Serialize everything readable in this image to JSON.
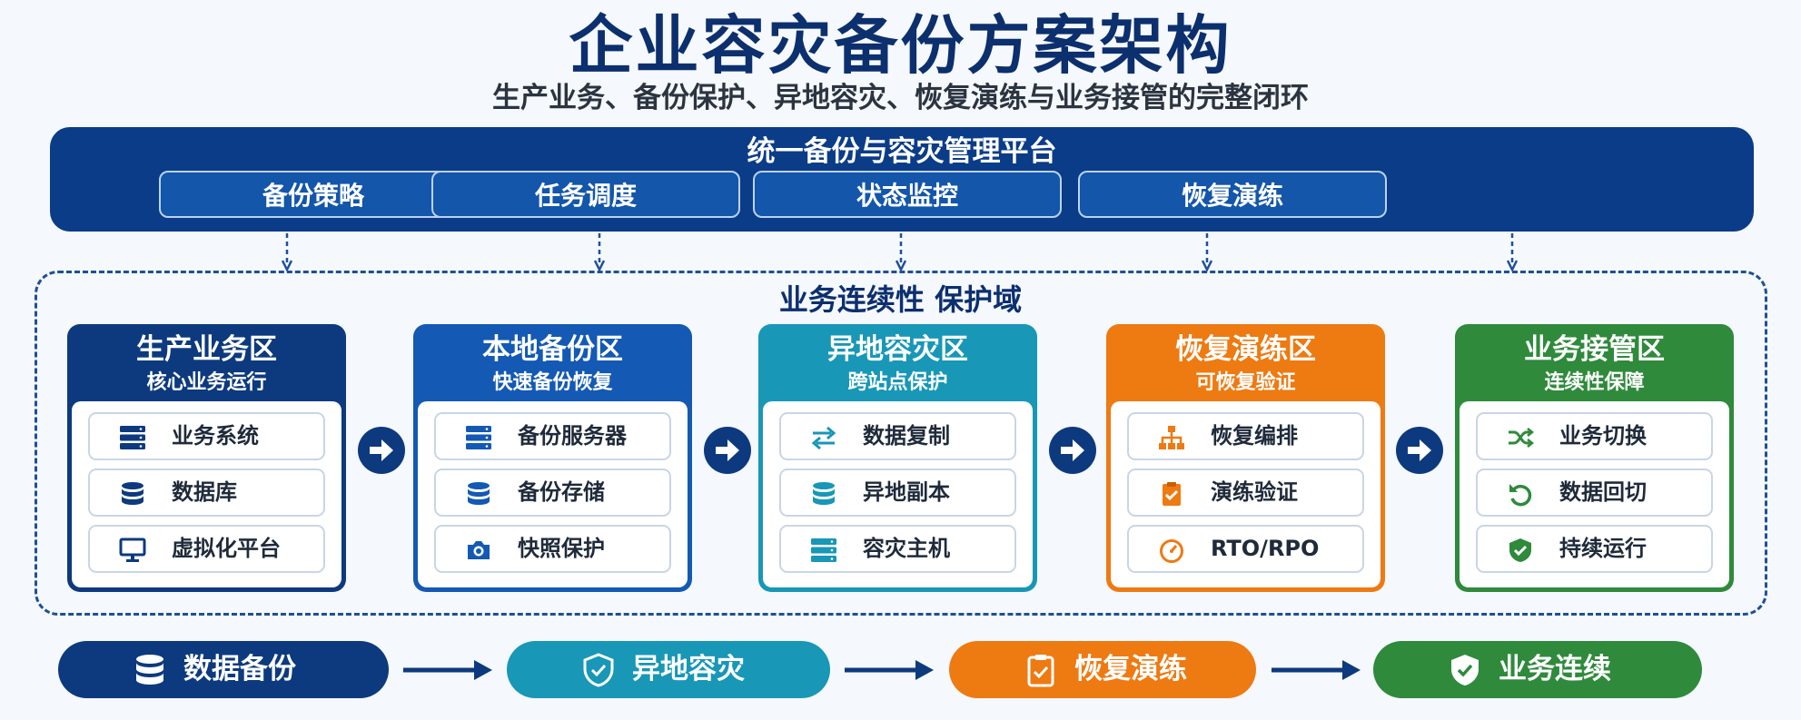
{
  "title": "企业容灾备份方案架构",
  "subtitle": "生产业务、备份保护、异地容灾、恢复演练与业务接管的完整闭环",
  "platform": {
    "title": "统一备份与容灾管理平台",
    "items": [
      "备份策略",
      "任务调度",
      "状态监控",
      "恢复演练"
    ]
  },
  "domain": {
    "title": "业务连续性 保护域"
  },
  "zones": [
    {
      "title": "生产业务区",
      "subtitle": "核心业务运行",
      "color": "#0d3a7e",
      "items": [
        {
          "label": "业务系统",
          "icon": "server-icon"
        },
        {
          "label": "数据库",
          "icon": "database-icon"
        },
        {
          "label": "虚拟化平台",
          "icon": "monitor-icon"
        }
      ]
    },
    {
      "title": "本地备份区",
      "subtitle": "快速备份恢复",
      "color": "#1459b3",
      "items": [
        {
          "label": "备份服务器",
          "icon": "server-icon"
        },
        {
          "label": "备份存储",
          "icon": "database-icon"
        },
        {
          "label": "快照保护",
          "icon": "camera-icon"
        }
      ]
    },
    {
      "title": "异地容灾区",
      "subtitle": "跨站点保护",
      "color": "#1897b7",
      "items": [
        {
          "label": "数据复制",
          "icon": "sync-arrows-icon"
        },
        {
          "label": "异地副本",
          "icon": "database-icon"
        },
        {
          "label": "容灾主机",
          "icon": "server-icon"
        }
      ]
    },
    {
      "title": "恢复演练区",
      "subtitle": "可恢复验证",
      "color": "#ee7a12",
      "items": [
        {
          "label": "恢复编排",
          "icon": "hierarchy-icon"
        },
        {
          "label": "演练验证",
          "icon": "clipboard-check-icon"
        },
        {
          "label": "RTO/RPO",
          "icon": "stopwatch-icon"
        }
      ]
    },
    {
      "title": "业务接管区",
      "subtitle": "连续性保障",
      "color": "#2f8a3c",
      "items": [
        {
          "label": "业务切换",
          "icon": "shuffle-icon"
        },
        {
          "label": "数据回切",
          "icon": "undo-icon"
        },
        {
          "label": "持续运行",
          "icon": "shield-check-icon"
        }
      ]
    }
  ],
  "flow": [
    {
      "label": "数据备份",
      "color": "#0d3a7e",
      "icon": "database-icon"
    },
    {
      "label": "异地容灾",
      "color": "#1897b7",
      "icon": "shield-icon"
    },
    {
      "label": "恢复演练",
      "color": "#ee7a12",
      "icon": "clipboard-check-icon"
    },
    {
      "label": "业务连续",
      "color": "#2f8a3c",
      "icon": "shield-check-icon"
    }
  ],
  "colors": {
    "navy": "#0b3c88",
    "arrow": "#0d3a7e"
  }
}
